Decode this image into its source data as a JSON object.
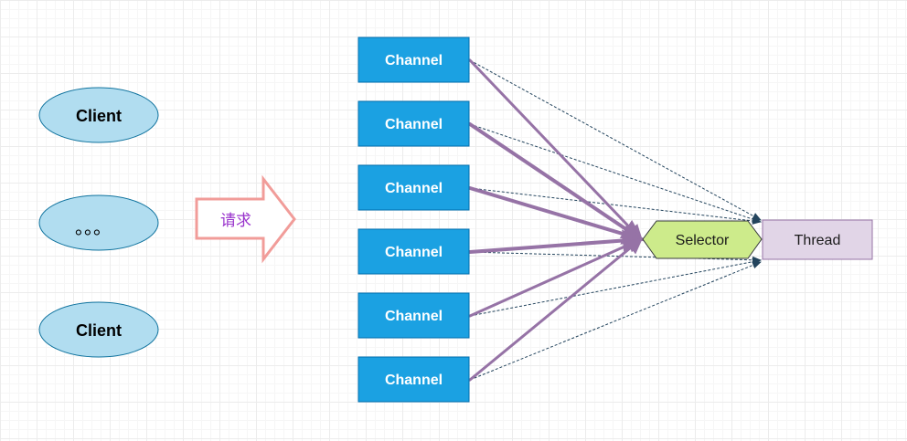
{
  "clients": [
    {
      "label": "Client"
    },
    {
      "label": "。。。"
    },
    {
      "label": "Client"
    }
  ],
  "request": {
    "label": "请求"
  },
  "channels": [
    {
      "label": "Channel"
    },
    {
      "label": "Channel"
    },
    {
      "label": "Channel"
    },
    {
      "label": "Channel"
    },
    {
      "label": "Channel"
    },
    {
      "label": "Channel"
    }
  ],
  "selector": {
    "label": "Selector"
  },
  "thread": {
    "label": "Thread"
  },
  "colors": {
    "client_fill": "#b1ddf0",
    "client_stroke": "#10739e",
    "channel_fill": "#1ba1e2",
    "channel_stroke": "#006eaf",
    "request_arrow": "#f19c99",
    "selector_fill": "#cdeb8b",
    "selector_stroke": "#36393d",
    "thread_fill": "#e1d5e7",
    "thread_stroke": "#9673a6",
    "channel_to_selector": "#9673a6",
    "channel_to_thread": "#23445d"
  }
}
